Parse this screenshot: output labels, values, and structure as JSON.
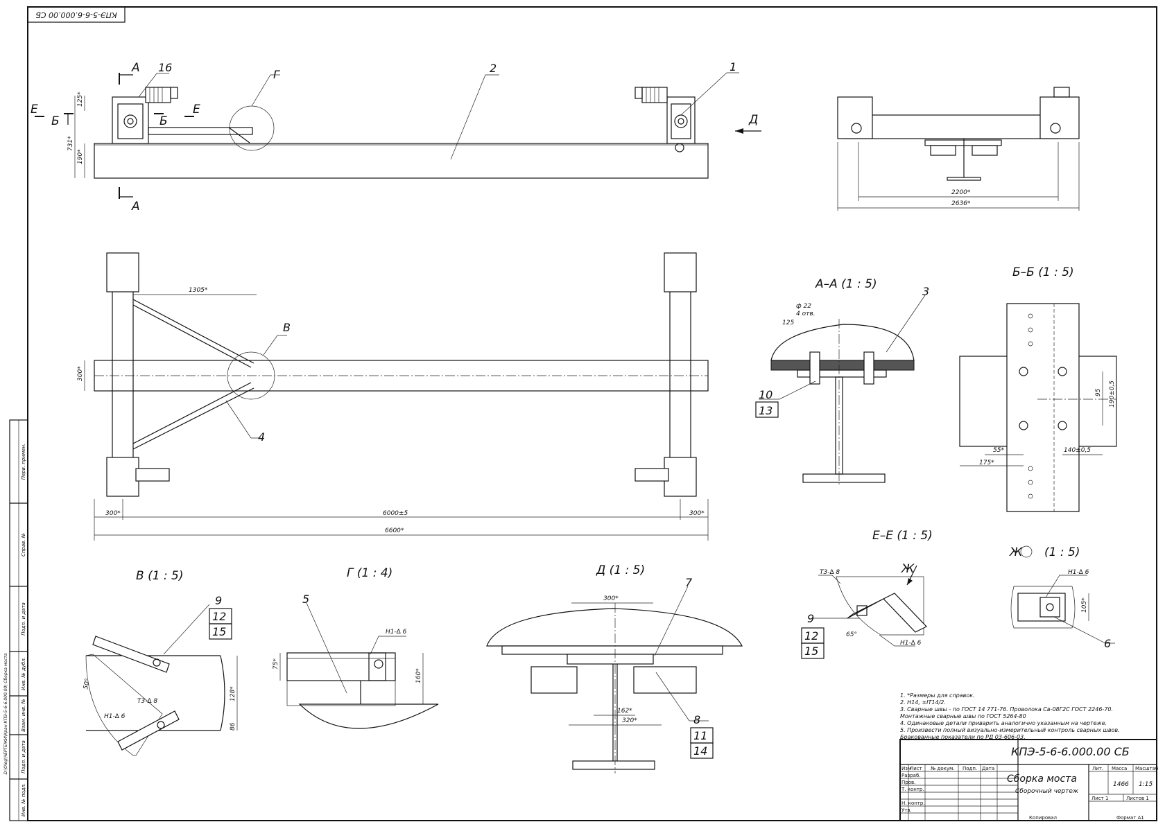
{
  "stamp_code": "КПЭ-5-6-6.000.00 СБ",
  "side_strip": {
    "fields": [
      "Перв. примен.",
      "Справ. №",
      "Подп. и дата",
      "Инв. № дубл.",
      "Взам. инв. №",
      "Подп. и дата",
      "Инв. № подл."
    ],
    "path": "D:\\Oleg\\ЧЕРТЕЖИ\\Кран КПЭ-5-6-6.000.00\\ Сборка моста"
  },
  "front_view": {
    "section_a": "А",
    "section_b": "Б",
    "section_e": "Е",
    "view_d": "Д",
    "detail_g": "Г",
    "positions": [
      "16",
      "2",
      "1"
    ],
    "dims": [
      "125*",
      "190*",
      "731*"
    ]
  },
  "side_view_d": {
    "dims": [
      "2200*",
      "2636*"
    ]
  },
  "plan_view": {
    "detail_v": "В",
    "positions": [
      "4"
    ],
    "dims": [
      "1305*",
      "300*",
      "300*",
      "6000±5",
      "300*",
      "6600*"
    ]
  },
  "view_titles": {
    "aa": "А–А (1 : 5)",
    "bb": "Б–Б (1 : 5)",
    "v": "В (1 : 5)",
    "g": "Г (1 : 4)",
    "d": "Д (1 : 5)",
    "ee": "Е–Е (1 : 5)",
    "zh": "Ж",
    "zh_scale": "(1 : 5)"
  },
  "section_aa": {
    "dim_dia": "ф 22",
    "dim_holes": "4 отв.",
    "dim_125": "125",
    "positions": [
      "3",
      "10",
      "13"
    ]
  },
  "section_bb": {
    "dims": [
      "95",
      "190±0,5",
      "55*",
      "175*",
      "140±0,5"
    ]
  },
  "detail_v": {
    "positions": [
      "9",
      "12",
      "15"
    ],
    "dims": [
      "50°",
      "128*",
      "86"
    ],
    "welds": [
      "Т3-∆ 8",
      "Н1-∆ 6"
    ]
  },
  "detail_g": {
    "positions": [
      "5"
    ],
    "dims": [
      "75*",
      "160*"
    ],
    "welds": [
      "Н1-∆ 6"
    ]
  },
  "detail_d": {
    "positions": [
      "7",
      "8",
      "11",
      "14"
    ],
    "dims": [
      "300*",
      "162*",
      "320*"
    ]
  },
  "section_ee": {
    "arrow": "Ж",
    "positions": [
      "9",
      "12",
      "15"
    ],
    "dims": [
      "65°"
    ],
    "welds": [
      "Т3-∆ 8",
      "Н1-∆ 6"
    ]
  },
  "detail_zh": {
    "positions": [
      "6"
    ],
    "dims": [
      "105*"
    ],
    "welds": [
      "Н1-∆ 6"
    ]
  },
  "notes": [
    "1. *Размеры для справок.",
    "2. Н14, ±IT14/2.",
    "3. Сварные швы - по ГОСТ 14 771-76. Проволока Св-08Г2С ГОСТ 2246-70.",
    "   Монтажные сварные швы по ГОСТ 5264-80",
    "4. Одинаковые детали приварить аналогично указанным на чертеже.",
    "5. Произвести полный визуально-измерительный контроль сварных швов.",
    "   Бракованные показатели по РД 03-606-03."
  ],
  "title_block": {
    "code": "КПЭ-5-6-6.000.00 СБ",
    "name": "Сборка моста",
    "doc_type": "Сборочный чертеж",
    "col_headers": [
      "Изм",
      "Лист",
      "№ докум.",
      "Подп.",
      "Дата"
    ],
    "roles": [
      "Разраб.",
      "Пров.",
      "Т. контр.",
      "Н. контр.",
      "Утв."
    ],
    "lit_label": "Лит.",
    "mass_label": "Масса",
    "scale_label": "Масштаб",
    "mass_value": "1466",
    "scale_value": "1:15",
    "sheet_label": "Лист 1",
    "sheets_label": "Листов 1",
    "copied": "Копировал",
    "format": "Формат А1"
  }
}
